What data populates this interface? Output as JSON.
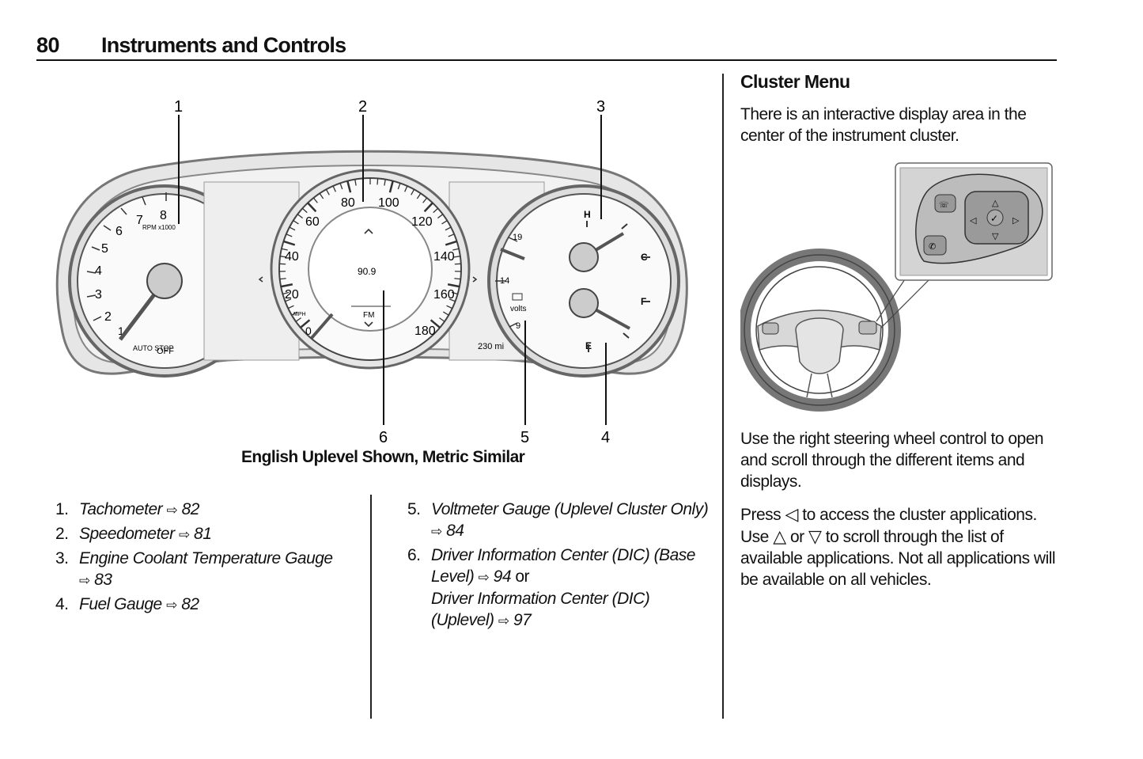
{
  "header": {
    "page_number": "80",
    "title": "Instruments and Controls"
  },
  "figure": {
    "callouts": [
      "1",
      "2",
      "3",
      "4",
      "5",
      "6"
    ],
    "caption": "English Uplevel Shown, Metric Similar",
    "speedo_numbers": [
      "0",
      "20",
      "40",
      "60",
      "80",
      "100",
      "120",
      "140",
      "160",
      "180"
    ],
    "tach_numbers": [
      "1",
      "2",
      "3",
      "4",
      "5",
      "6",
      "7",
      "8"
    ],
    "tach_unit": "RPM x1000",
    "speed_unit": "MPH",
    "display_value": "90.9",
    "display_band": "FM",
    "odometer": "230 mi",
    "volt_numbers": [
      "9",
      "14",
      "19"
    ],
    "volt_unit": "volts",
    "temp_labels": [
      "H",
      "C"
    ],
    "fuel_labels": [
      "F",
      "E"
    ],
    "auto_stop": "AUTO STOP",
    "off": "OFF"
  },
  "list_left": [
    {
      "num": "1.",
      "text": "Tachometer",
      "ref": "82"
    },
    {
      "num": "2.",
      "text": "Speedometer",
      "ref": "81"
    },
    {
      "num": "3.",
      "text": "Engine Coolant Temperature Gauge",
      "ref": "83"
    },
    {
      "num": "4.",
      "text": "Fuel Gauge",
      "ref": "82"
    }
  ],
  "list_right": [
    {
      "num": "5.",
      "text": "Voltmeter Gauge (Uplevel Cluster Only)",
      "ref": "84"
    },
    {
      "num": "6.",
      "text": "Driver Information Center (DIC) (Base Level)",
      "ref": "94",
      "joiner": "or",
      "text2": "Driver Information Center (DIC) (Uplevel)",
      "ref2": "97"
    }
  ],
  "cluster_menu": {
    "title": "Cluster Menu",
    "p1": "There is an interactive display area in the center of the instrument cluster.",
    "p2": "Use the right steering wheel control to open and scroll through the different items and displays.",
    "p3_press": "Press",
    "p3_after_left": "to access the cluster applications.",
    "p3_use": "Use",
    "p3_or": "or",
    "p3_rest": "to scroll through the list of available applications. Not all applications will be available on all vehicles."
  }
}
